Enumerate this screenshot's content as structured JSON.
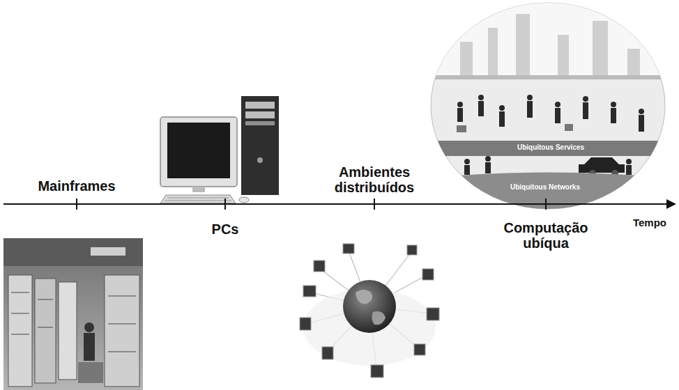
{
  "diagram": {
    "labels": [
      "Mainframes",
      "PCs",
      "Ambientes distribuídos",
      "Computação ubíqua",
      "Tempo",
      "Ubiquitous Services",
      "Ubiquitous Networks"
    ]
  }
}
